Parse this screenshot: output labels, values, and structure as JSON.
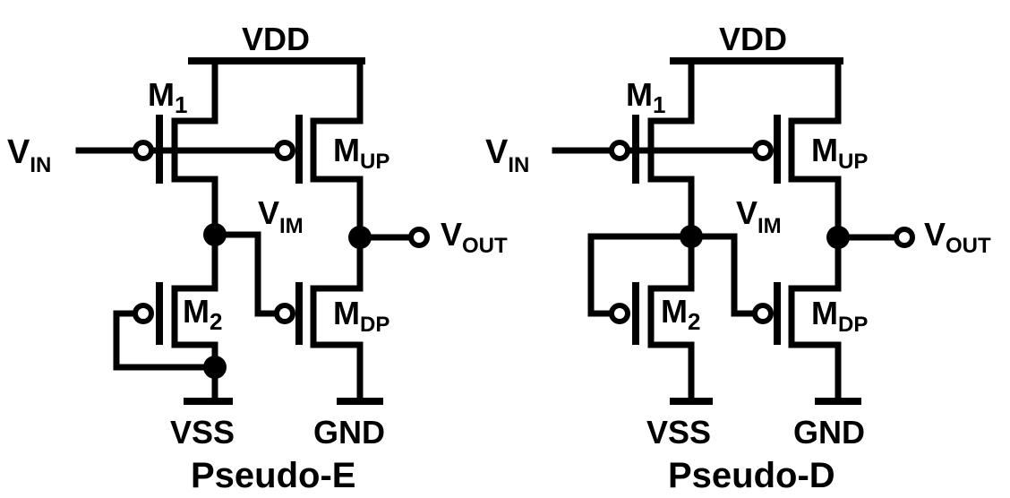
{
  "left": {
    "caption": "Pseudo-E",
    "vdd": "VDD",
    "m1": {
      "main": "M",
      "sub": "1"
    },
    "mup": {
      "main": "M",
      "sub": "UP"
    },
    "m2": {
      "main": "M",
      "sub": "2"
    },
    "mdp": {
      "main": "M",
      "sub": "DP"
    },
    "vin": {
      "main": "V",
      "sub": "IN"
    },
    "vim": {
      "main": "V",
      "sub": "IM"
    },
    "vout": {
      "main": "V",
      "sub": "OUT"
    },
    "vss": "VSS",
    "gnd": "GND"
  },
  "right": {
    "caption": "Pseudo-D",
    "vdd": "VDD",
    "m1": {
      "main": "M",
      "sub": "1"
    },
    "mup": {
      "main": "M",
      "sub": "UP"
    },
    "m2": {
      "main": "M",
      "sub": "2"
    },
    "mdp": {
      "main": "M",
      "sub": "DP"
    },
    "vin": {
      "main": "V",
      "sub": "IN"
    },
    "vim": {
      "main": "V",
      "sub": "IM"
    },
    "vout": {
      "main": "V",
      "sub": "OUT"
    },
    "vss": "VSS",
    "gnd": "GND"
  }
}
